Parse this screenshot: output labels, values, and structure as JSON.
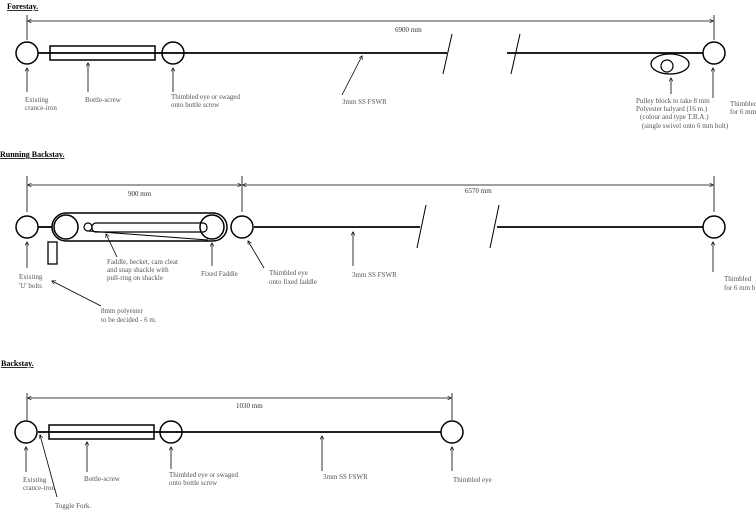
{
  "sections": {
    "forestay": {
      "heading": "Forestay.",
      "dimension": "6900 mm",
      "labels": {
        "existing": [
          "Existing",
          "crance-iron"
        ],
        "bottle_screw": [
          "Bottle-screw"
        ],
        "thimbled_eye": [
          "Thimbled eye or swaged",
          "onto bottle screw"
        ],
        "wire": [
          "3mm SS FSWR"
        ],
        "pulley": [
          "Pulley block to take 8 mm",
          "Polyester halyard (16 m.)",
          "(colour and type T.B.A.)",
          "(single swivel onto 6 mm bolt)"
        ],
        "right_edge": [
          "Thimbled",
          "for 6 mm"
        ]
      }
    },
    "running_backstay": {
      "heading": "Running Backstay.",
      "dimension_left": "900 mm",
      "dimension_right": "6570 mm",
      "labels": {
        "existing": [
          "Existing",
          "'U' bolts"
        ],
        "faddle": [
          "Faddle, becket, cam cleat",
          "and snap shackle with",
          "pull-ring on shackle"
        ],
        "fixed_faddle": [
          "Fixed Faddle"
        ],
        "thimbled_eye": [
          "Thimbled eye",
          "onto fixed faddle"
        ],
        "wire": [
          "3mm SS FSWR"
        ],
        "polyester": [
          "8mm polyester",
          "to be decided - 6 m."
        ],
        "right_edge": [
          "Thimbled",
          "for 6 mm b"
        ]
      }
    },
    "backstay": {
      "heading": "Backstay.",
      "dimension": "1030 mm",
      "labels": {
        "existing": [
          "Existing",
          "crance-iron"
        ],
        "toggle": [
          "Toggle Fork."
        ],
        "bottle_screw": [
          "Bottle-screw"
        ],
        "thimbled_eye": [
          "Thimbled eye or swaged",
          "onto bottle screw"
        ],
        "wire": [
          "3mm SS FSWR"
        ],
        "end_eye": [
          "Thimbled eye"
        ]
      }
    }
  }
}
